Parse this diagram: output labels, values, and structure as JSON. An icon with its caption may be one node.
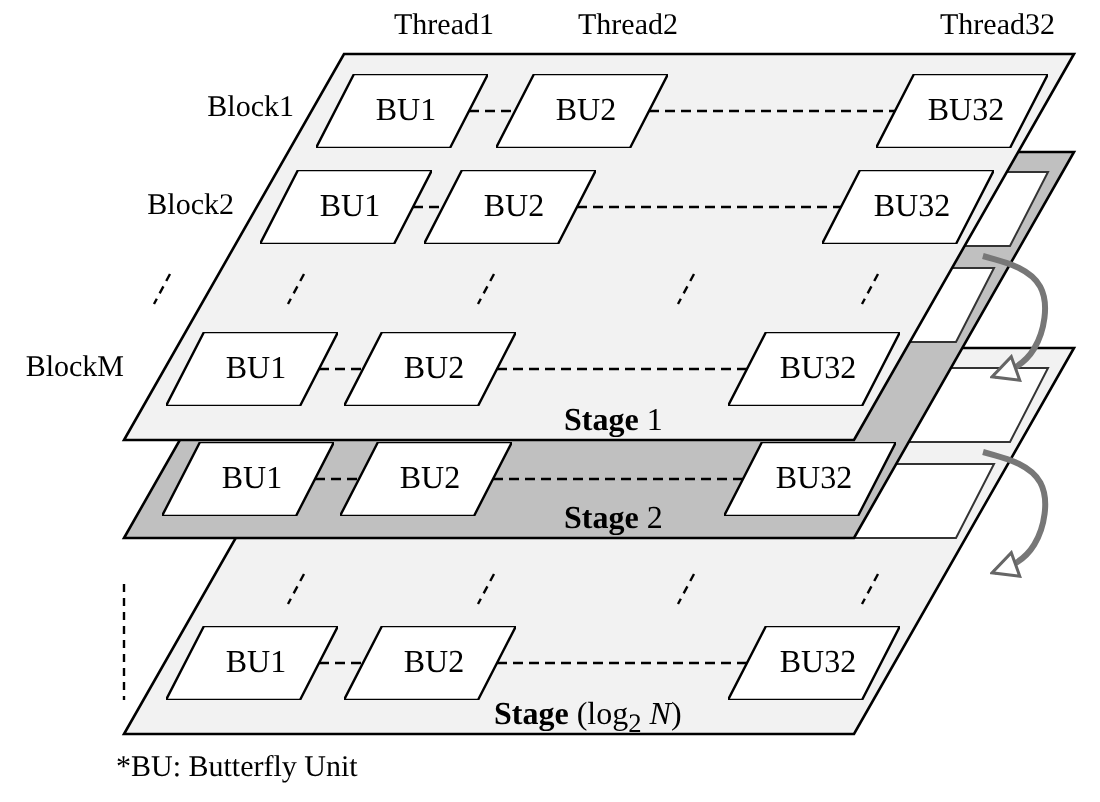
{
  "diagram": {
    "nodes": [
      {
        "text": [
          "**Stage** 1"
        ]
      },
      {
        "text": [
          "BU1"
        ],
        "in": 0
      },
      {
        "text": [
          "BU2"
        ],
        "in": 0
      },
      {
        "text": [
          "BU32"
        ],
        "in": 0
      },
      {
        "text": [
          "BU1"
        ]
      },
      {
        "text": [
          "BU2"
        ]
      },
      {
        "text": [
          "BU32"
        ]
      },
      {
        "text": [
          "BU1"
        ]
      },
      {
        "text": [
          "BU2"
        ]
      },
      {
        "text": [
          "BU32"
        ]
      },
      {
        "text": [
          "**Stage** 2"
        ]
      },
      {
        "text": [
          "BU1"
        ],
        "in": 10
      },
      {
        "text": [
          "BU2"
        ]
      },
      {
        "text": [
          "BU32"
        ]
      },
      {
        "text": [
          "**Stage** (log$_{2}$ *N*)"
        ]
      },
      {
        "text": [
          "BU1"
        ],
        "in": 14
      },
      {
        "text": [
          "BU2"
        ],
        "in": 14
      },
      {
        "text": [
          "BU32"
        ],
        "in": 14
      }
    ],
    "edges": [
      {
        "from": 1,
        "to": 2,
        "arrow": "none",
        "style": "dashed"
      },
      {
        "from": 2,
        "to": 3,
        "arrow": "none",
        "style": "dashed"
      },
      {
        "from": 4,
        "to": 5,
        "arrow": "none",
        "style": "dashed"
      },
      {
        "from": 5,
        "to": 6,
        "arrow": "none",
        "style": "dashed"
      },
      {
        "from": 7,
        "to": 8,
        "arrow": "none",
        "style": "dashed"
      },
      {
        "from": 8,
        "to": 9,
        "arrow": "none",
        "style": "dashed"
      },
      {
        "from": 11,
        "to": 12,
        "arrow": "none",
        "style": "dashed"
      },
      {
        "from": 12,
        "to": 13,
        "arrow": "none",
        "style": "dashed"
      },
      {
        "from": 15,
        "to": 16,
        "arrow": "none",
        "style": "dashed"
      },
      {
        "from": 16,
        "to": 17,
        "arrow": "none",
        "style": "dashed"
      },
      {
        "from": 0,
        "to": 10,
        "arrow": "to",
        "style": "thick",
        "color": "#777777"
      },
      {
        "from": 10,
        "to": 14,
        "arrow": "to",
        "style": "thick",
        "color": "#777777"
      }
    ],
    "labels": [
      "Thread1",
      "Thread2",
      "Thread32",
      "Block1",
      "Block2",
      "BlockM",
      "*BU: Butterfly Unit"
    ]
  }
}
